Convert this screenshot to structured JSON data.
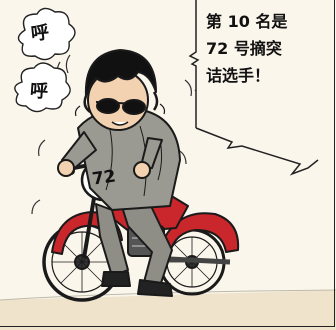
{
  "panel": {
    "caption_lines": [
      "第 10 名是",
      "72 号摘突",
      "诘选手！"
    ],
    "sfx": [
      "呼",
      "呼"
    ],
    "plate_number": "72"
  }
}
